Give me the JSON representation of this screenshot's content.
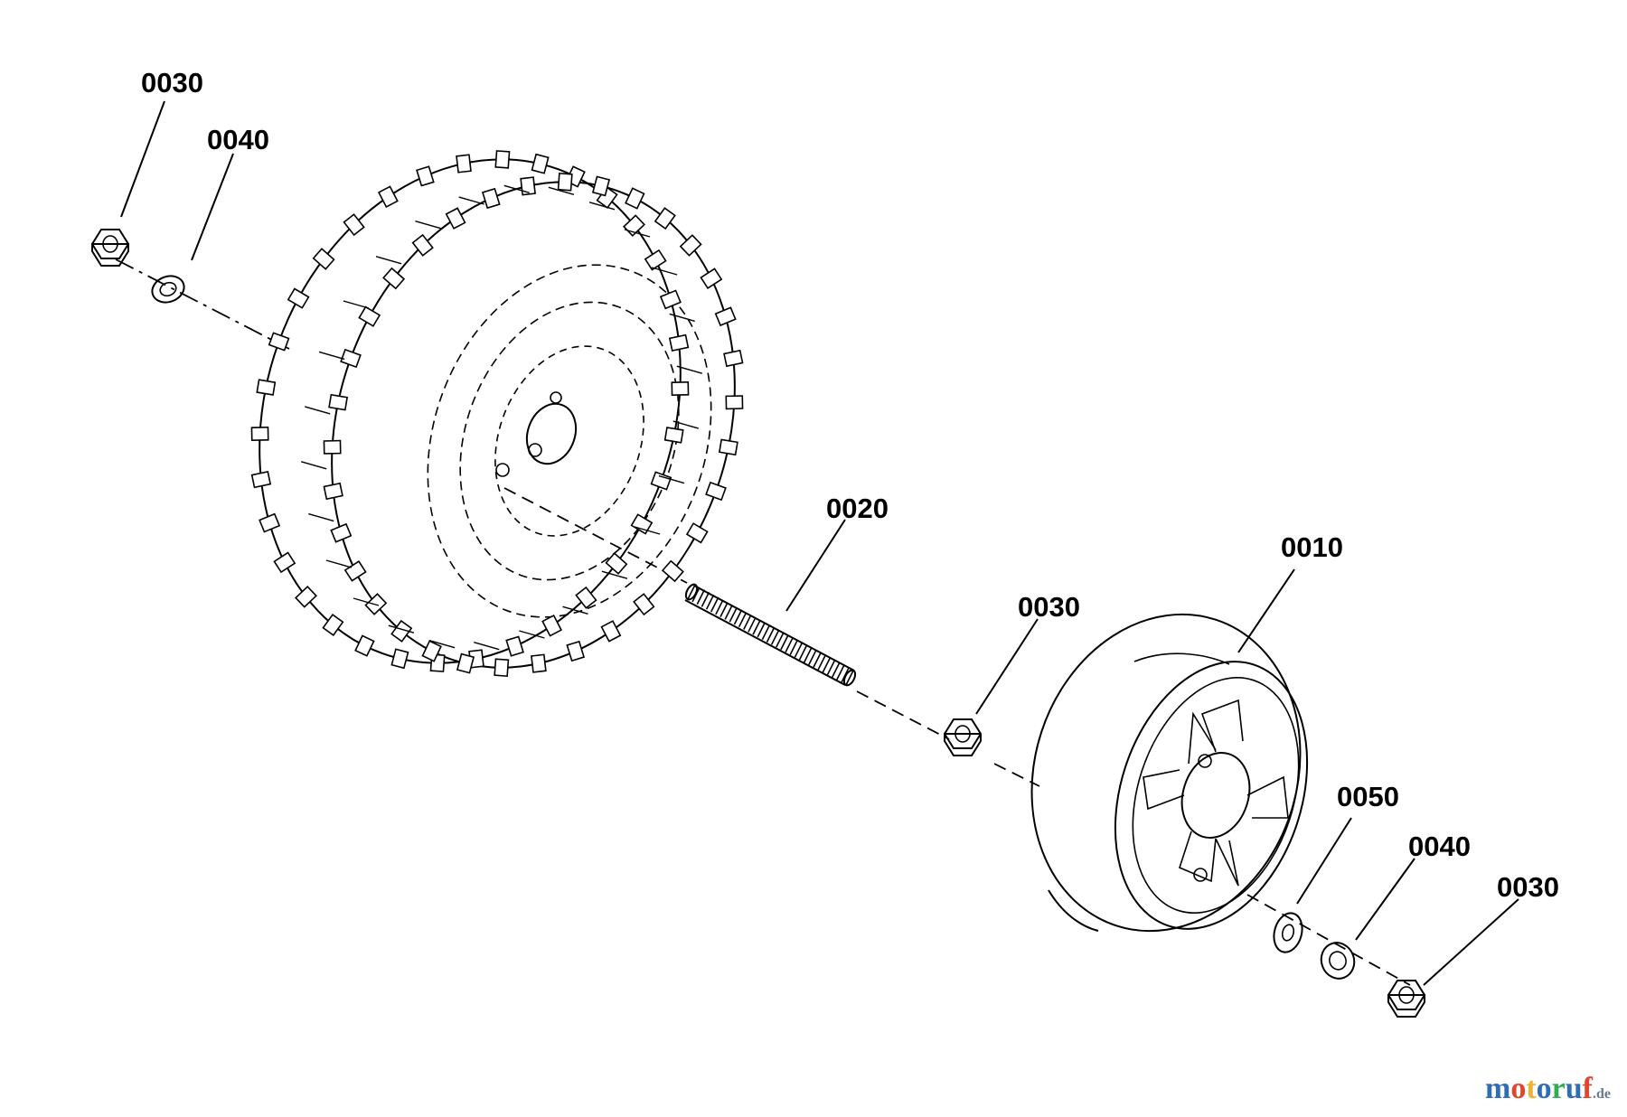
{
  "callouts": {
    "c_0030_a": "0030",
    "c_0040_a": "0040",
    "c_0020": "0020",
    "c_0030_b": "0030",
    "c_0010": "0010",
    "c_0050": "0050",
    "c_0040_b": "0040",
    "c_0030_c": "0030"
  },
  "watermark": {
    "letters": [
      "m",
      "o",
      "t",
      "o",
      "r",
      "u",
      "f"
    ],
    "colors": [
      "#2f6db5",
      "#e2452f",
      "#f3b22c",
      "#2f6db5",
      "#34a853",
      "#2f6db5",
      "#e2452f"
    ],
    "suffix": ".de"
  }
}
